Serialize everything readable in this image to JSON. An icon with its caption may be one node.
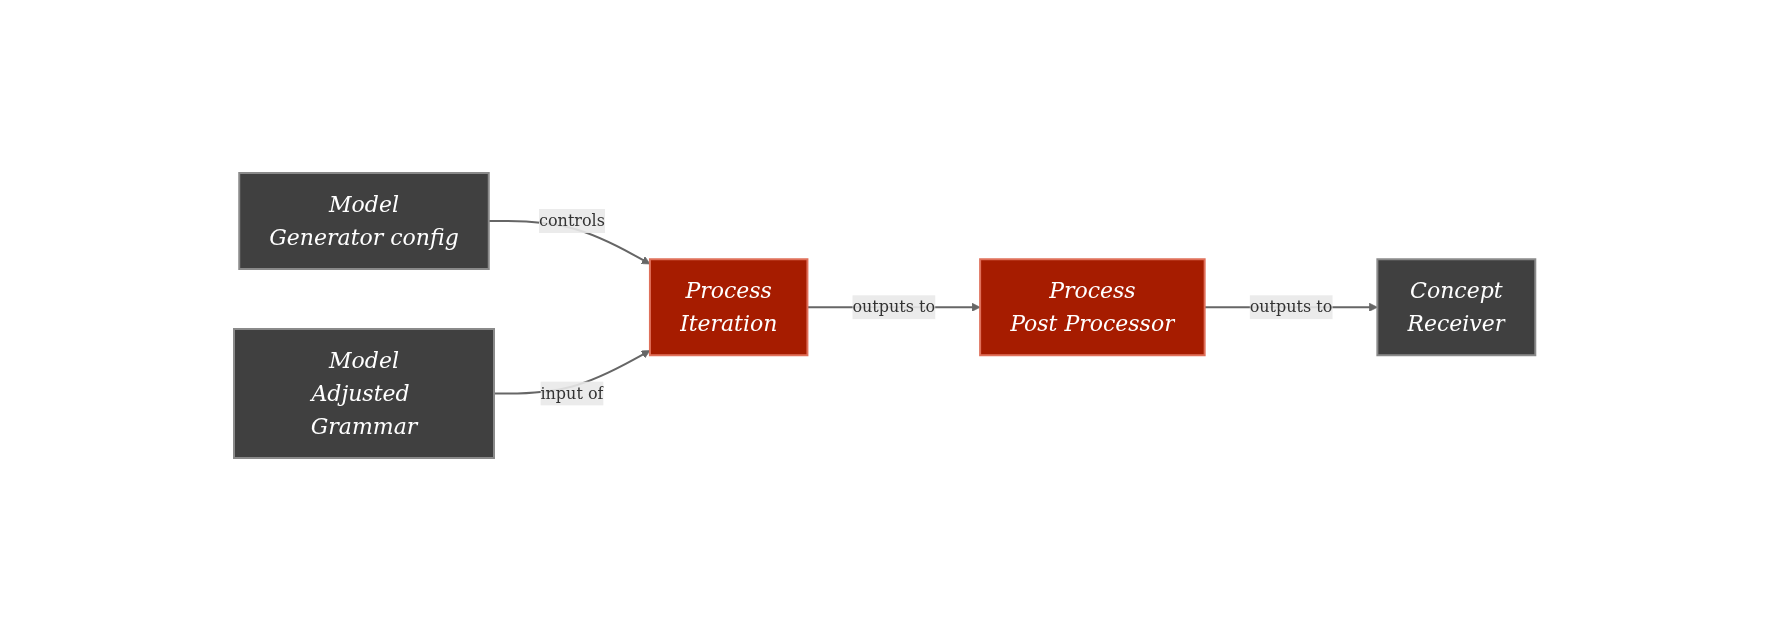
{
  "diagram": {
    "nodes": [
      {
        "text": [
          "Model",
          "Generator config"
        ]
      },
      {
        "text": [
          "Process",
          "Iteration"
        ]
      },
      {
        "text": [
          "Model",
          "Adjusted Grammar"
        ]
      },
      {
        "text": [
          "Process",
          "Post Processor"
        ]
      },
      {
        "text": [
          "Concept",
          "Receiver"
        ]
      }
    ],
    "edges": [
      {
        "from": 0,
        "to": 1,
        "arrow": "to",
        "label": "controls"
      },
      {
        "from": 2,
        "to": 1,
        "arrow": "to",
        "label": "input of"
      },
      {
        "from": 1,
        "to": 3,
        "arrow": "to",
        "label": "outputs to"
      },
      {
        "from": 3,
        "to": 4,
        "arrow": "to",
        "label": "outputs to"
      }
    ]
  }
}
